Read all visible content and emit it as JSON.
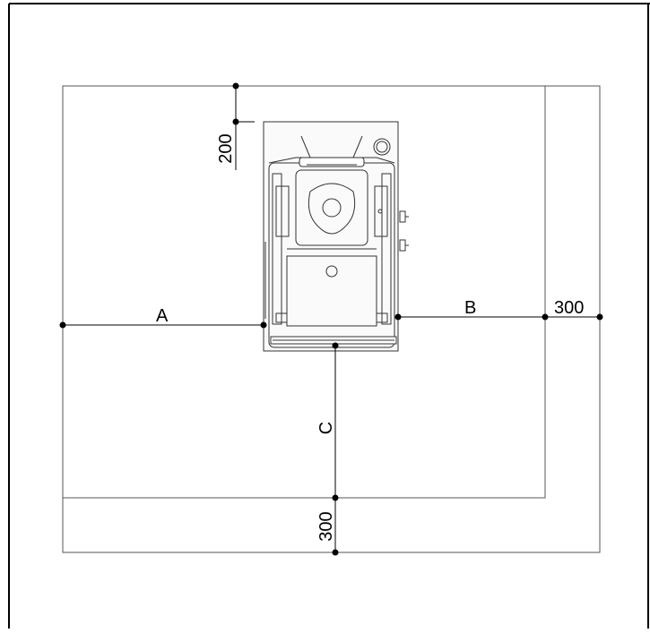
{
  "dimensions": {
    "a_label": "A",
    "b_label": "B",
    "c_label": "C",
    "top_offset": "200",
    "right_clearance": "300",
    "bottom_clearance": "300"
  }
}
